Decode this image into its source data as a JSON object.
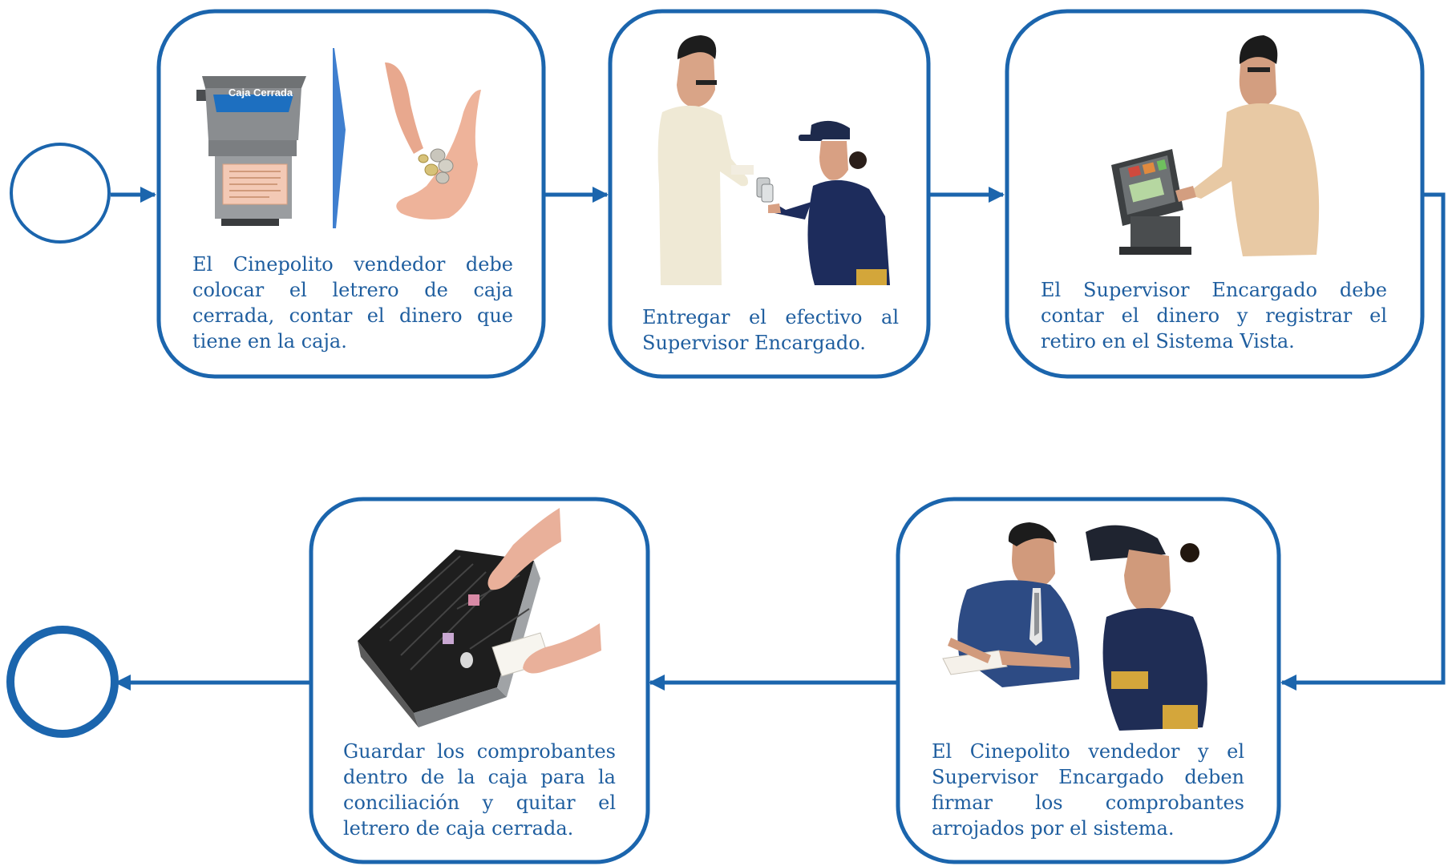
{
  "flow": {
    "colors": {
      "line": "#1b65ad",
      "text": "#1f5e9f",
      "background": "#ffffff"
    },
    "start_event": {
      "shape": "circle",
      "kind": "start"
    },
    "end_event": {
      "shape": "circle",
      "kind": "end"
    },
    "steps": [
      {
        "id": "step-1",
        "text": "El Cinepolito vendedor debe colocar el letrero de caja cerrada, contar el dinero que tiene en la caja.",
        "illustration": "closed-register-sign-and-counting-coins",
        "sign_text": "Caja Cerrada"
      },
      {
        "id": "step-2",
        "text": "Entregar el efectivo al Supervisor Encargado.",
        "illustration": "handing-cash-to-supervisor"
      },
      {
        "id": "step-3",
        "text": "El Supervisor Encargado debe contar el dinero y registrar el retiro en el Sistema Vista.",
        "illustration": "supervisor-at-pos-terminal"
      },
      {
        "id": "step-4",
        "text": "El Cinepolito vendedor y el Supervisor Encargado deben firmar los comprobantes arrojados por el sistema.",
        "illustration": "signing-receipts"
      },
      {
        "id": "step-5",
        "text": "Guardar los comprobantes dentro de la caja para la conciliación y quitar el letrero de caja cerrada.",
        "illustration": "storing-receipts-in-cash-drawer"
      }
    ]
  }
}
